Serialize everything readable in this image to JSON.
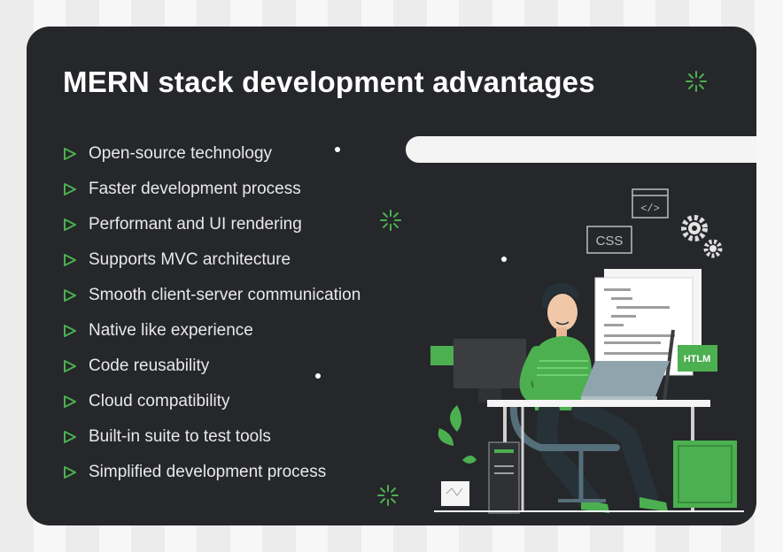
{
  "title": "MERN stack development advantages",
  "advantages": [
    "Open-source technology",
    "Faster development process",
    "Performant and UI rendering",
    "Supports MVC architecture",
    "Smooth client-server communication",
    "Native like experience",
    "Code reusability",
    "Cloud compatibility",
    "Built-in suite to test tools",
    "Simplified development process"
  ],
  "illustration": {
    "css_label": "CSS",
    "code_label": "</>",
    "htlm_label": "HTLM"
  },
  "colors": {
    "card": "#25272a",
    "accent_green": "#4caf50",
    "text": "#ffffff"
  }
}
